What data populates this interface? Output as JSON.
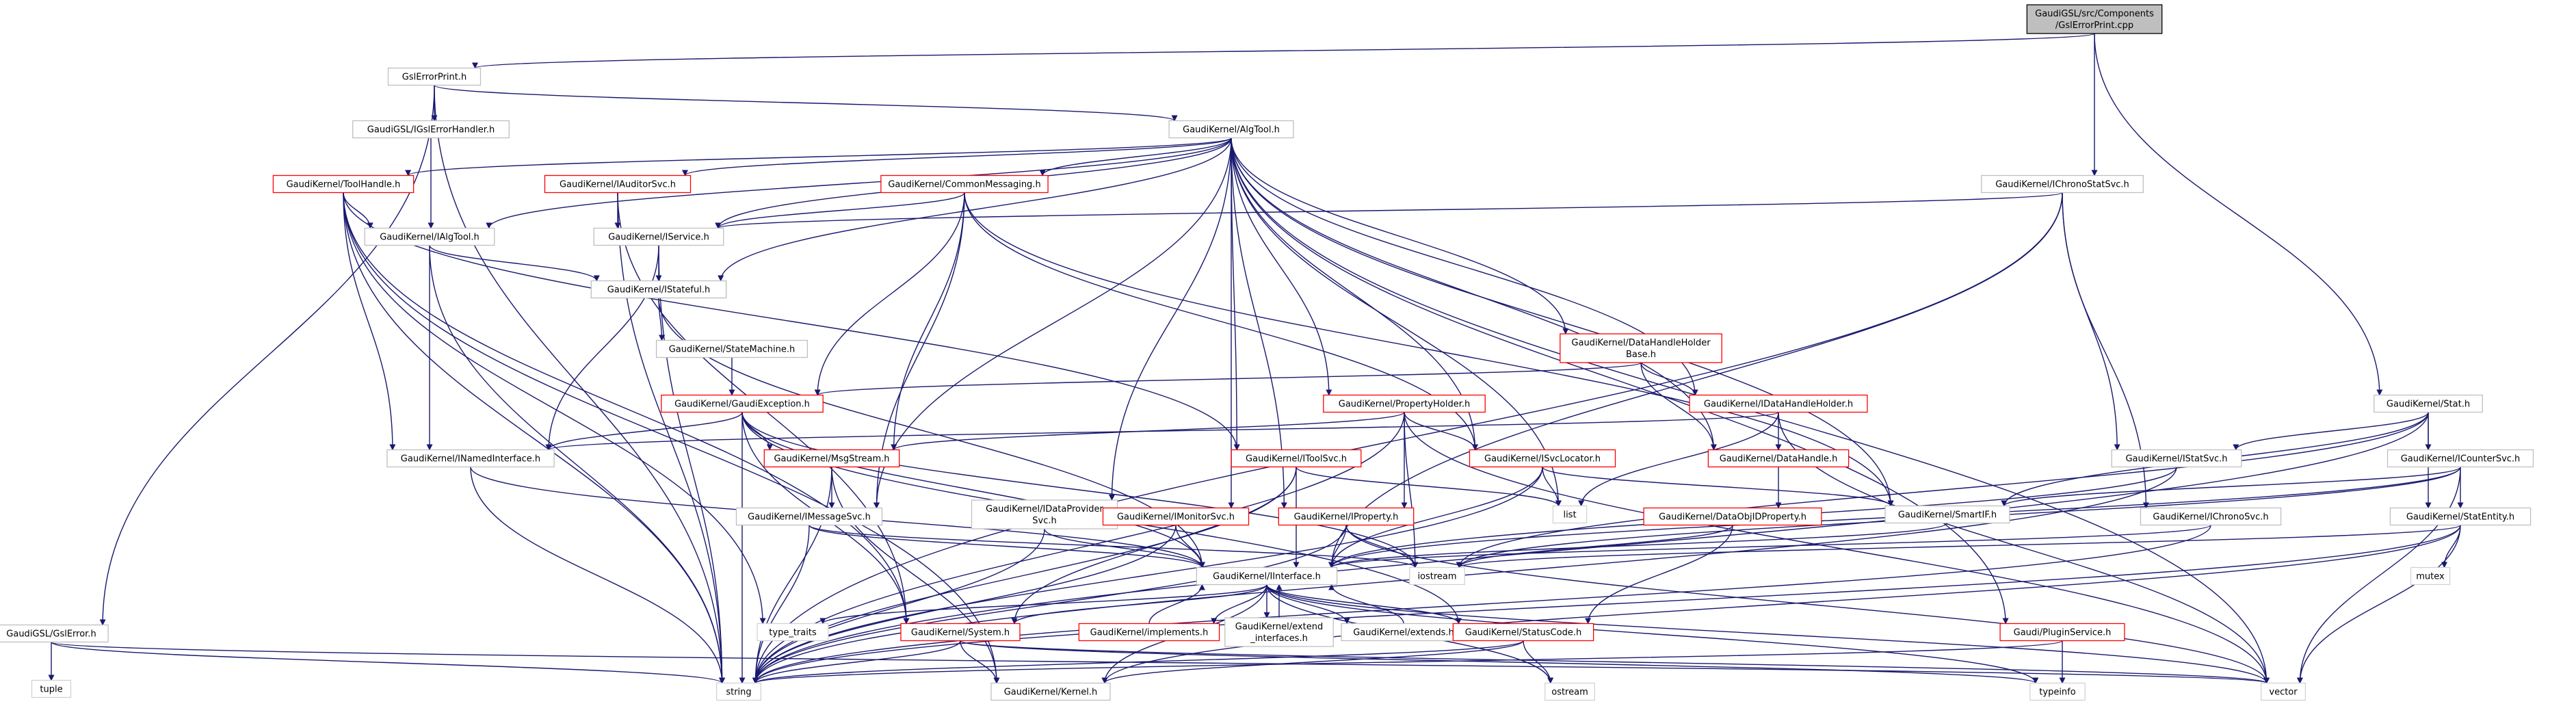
{
  "title": "GaudiGSL/src/Components/GslErrorPrint.cpp",
  "nodes": [
    {
      "id": "root",
      "lines": [
        "GaudiGSL/src/Components",
        "/GslErrorPrint.cpp"
      ],
      "style": "root"
    },
    {
      "id": "gslerrorprint",
      "lines": [
        "GslErrorPrint.h"
      ],
      "style": "black"
    },
    {
      "id": "igslerrorhandler",
      "lines": [
        "GaudiGSL/IGslErrorHandler.h"
      ],
      "style": "black"
    },
    {
      "id": "gslerror",
      "lines": [
        "GaudiGSL/GslError.h"
      ],
      "style": "black"
    },
    {
      "id": "algtool",
      "lines": [
        "GaudiKernel/AlgTool.h"
      ],
      "style": "black"
    },
    {
      "id": "ichronostatsvc",
      "lines": [
        "GaudiKernel/IChronoStatSvc.h"
      ],
      "style": "black"
    },
    {
      "id": "stat",
      "lines": [
        "GaudiKernel/Stat.h"
      ],
      "style": "black"
    },
    {
      "id": "toolhandle",
      "lines": [
        "GaudiKernel/ToolHandle.h"
      ],
      "style": "red"
    },
    {
      "id": "iauditorsvc",
      "lines": [
        "GaudiKernel/IAuditorSvc.h"
      ],
      "style": "red"
    },
    {
      "id": "commonmessaging",
      "lines": [
        "GaudiKernel/CommonMessaging.h"
      ],
      "style": "red"
    },
    {
      "id": "ialgtool",
      "lines": [
        "GaudiKernel/IAlgTool.h"
      ],
      "style": "black"
    },
    {
      "id": "iservice",
      "lines": [
        "GaudiKernel/IService.h"
      ],
      "style": "black"
    },
    {
      "id": "istateful",
      "lines": [
        "GaudiKernel/IStateful.h"
      ],
      "style": "black"
    },
    {
      "id": "statemachine",
      "lines": [
        "GaudiKernel/StateMachine.h"
      ],
      "style": "black"
    },
    {
      "id": "datahandleholderbase",
      "lines": [
        "GaudiKernel/DataHandleHolder",
        "Base.h"
      ],
      "style": "red"
    },
    {
      "id": "gaudiexception",
      "lines": [
        "GaudiKernel/GaudiException.h"
      ],
      "style": "red"
    },
    {
      "id": "propertyholder",
      "lines": [
        "GaudiKernel/PropertyHolder.h"
      ],
      "style": "red"
    },
    {
      "id": "idatahandleholder",
      "lines": [
        "GaudiKernel/IDataHandleHolder.h"
      ],
      "style": "red"
    },
    {
      "id": "inamedinterface",
      "lines": [
        "GaudiKernel/INamedInterface.h"
      ],
      "style": "black"
    },
    {
      "id": "msgstream",
      "lines": [
        "GaudiKernel/MsgStream.h"
      ],
      "style": "red"
    },
    {
      "id": "itoolsvc",
      "lines": [
        "GaudiKernel/IToolSvc.h"
      ],
      "style": "red"
    },
    {
      "id": "isvclocator",
      "lines": [
        "GaudiKernel/ISvcLocator.h"
      ],
      "style": "red"
    },
    {
      "id": "datahandle",
      "lines": [
        "GaudiKernel/DataHandle.h"
      ],
      "style": "red"
    },
    {
      "id": "istatsvc",
      "lines": [
        "GaudiKernel/IStatSvc.h"
      ],
      "style": "black"
    },
    {
      "id": "icountersvc",
      "lines": [
        "GaudiKernel/ICounterSvc.h"
      ],
      "style": "black"
    },
    {
      "id": "list",
      "lines": [
        "list"
      ],
      "style": "plain"
    },
    {
      "id": "smartif",
      "lines": [
        "GaudiKernel/SmartIF.h"
      ],
      "style": "black"
    },
    {
      "id": "imessagesvc",
      "lines": [
        "GaudiKernel/IMessageSvc.h"
      ],
      "style": "black"
    },
    {
      "id": "idataprovidersvc",
      "lines": [
        "GaudiKernel/IDataProvider",
        "Svc.h"
      ],
      "style": "black"
    },
    {
      "id": "imonitorsvc",
      "lines": [
        "GaudiKernel/IMonitorSvc.h"
      ],
      "style": "red"
    },
    {
      "id": "iproperty",
      "lines": [
        "GaudiKernel/IProperty.h"
      ],
      "style": "red"
    },
    {
      "id": "dataobjidproperty",
      "lines": [
        "GaudiKernel/DataObjIDProperty.h"
      ],
      "style": "red"
    },
    {
      "id": "ichronosvc",
      "lines": [
        "GaudiKernel/IChronoSvc.h"
      ],
      "style": "black"
    },
    {
      "id": "statentity",
      "lines": [
        "GaudiKernel/StatEntity.h"
      ],
      "style": "black"
    },
    {
      "id": "iostream",
      "lines": [
        "iostream"
      ],
      "style": "plain"
    },
    {
      "id": "mutex",
      "lines": [
        "mutex"
      ],
      "style": "plain"
    },
    {
      "id": "iinterface",
      "lines": [
        "GaudiKernel/IInterface.h"
      ],
      "style": "black"
    },
    {
      "id": "type_traits",
      "lines": [
        "type_traits"
      ],
      "style": "plain"
    },
    {
      "id": "system",
      "lines": [
        "GaudiKernel/System.h"
      ],
      "style": "red"
    },
    {
      "id": "implements",
      "lines": [
        "GaudiKernel/implements.h"
      ],
      "style": "red"
    },
    {
      "id": "extend_interfaces",
      "lines": [
        "GaudiKernel/extend",
        "_interfaces.h"
      ],
      "style": "black"
    },
    {
      "id": "extends",
      "lines": [
        "GaudiKernel/extends.h"
      ],
      "style": "black"
    },
    {
      "id": "statuscode",
      "lines": [
        "GaudiKernel/StatusCode.h"
      ],
      "style": "red"
    },
    {
      "id": "ipluginservice",
      "lines": [
        "Gaudi/PluginService.h"
      ],
      "style": "red"
    },
    {
      "id": "tuple",
      "lines": [
        "tuple"
      ],
      "style": "plain"
    },
    {
      "id": "string",
      "lines": [
        "string"
      ],
      "style": "plain"
    },
    {
      "id": "kernel",
      "lines": [
        "GaudiKernel/Kernel.h"
      ],
      "style": "black"
    },
    {
      "id": "ostream",
      "lines": [
        "ostream"
      ],
      "style": "plain"
    },
    {
      "id": "typeinfo",
      "lines": [
        "typeinfo"
      ],
      "style": "plain"
    },
    {
      "id": "vector",
      "lines": [
        "vector"
      ],
      "style": "plain"
    }
  ],
  "edges": [
    [
      "root",
      "gslerrorprint"
    ],
    [
      "root",
      "ichronostatsvc"
    ],
    [
      "root",
      "stat"
    ],
    [
      "gslerrorprint",
      "igslerrorhandler"
    ],
    [
      "gslerrorprint",
      "gslerror"
    ],
    [
      "gslerrorprint",
      "algtool"
    ],
    [
      "gslerrorprint",
      "string"
    ],
    [
      "igslerrorhandler",
      "ialgtool"
    ],
    [
      "gslerror",
      "tuple"
    ],
    [
      "gslerror",
      "string"
    ],
    [
      "gslerror",
      "vector"
    ],
    [
      "algtool",
      "toolhandle"
    ],
    [
      "algtool",
      "iauditorsvc"
    ],
    [
      "algtool",
      "commonmessaging"
    ],
    [
      "algtool",
      "ialgtool"
    ],
    [
      "algtool",
      "iservice"
    ],
    [
      "algtool",
      "istateful"
    ],
    [
      "algtool",
      "datahandleholderbase"
    ],
    [
      "algtool",
      "propertyholder"
    ],
    [
      "algtool",
      "idatahandleholder"
    ],
    [
      "algtool",
      "itoolsvc"
    ],
    [
      "algtool",
      "isvclocator"
    ],
    [
      "algtool",
      "datahandle"
    ],
    [
      "algtool",
      "imessagesvc"
    ],
    [
      "algtool",
      "idataprovidersvc"
    ],
    [
      "algtool",
      "imonitorsvc"
    ],
    [
      "algtool",
      "iproperty"
    ],
    [
      "algtool",
      "list"
    ],
    [
      "algtool",
      "vector"
    ],
    [
      "algtool",
      "ipluginservice"
    ],
    [
      "algtool",
      "smartif"
    ],
    [
      "toolhandle",
      "ialgtool"
    ],
    [
      "toolhandle",
      "inamedinterface"
    ],
    [
      "toolhandle",
      "itoolsvc"
    ],
    [
      "toolhandle",
      "string"
    ],
    [
      "toolhandle",
      "type_traits"
    ],
    [
      "toolhandle",
      "system"
    ],
    [
      "toolhandle",
      "kernel"
    ],
    [
      "iauditorsvc",
      "iservice"
    ],
    [
      "iauditorsvc",
      "string"
    ],
    [
      "iauditorsvc",
      "system"
    ],
    [
      "commonmessaging",
      "iservice"
    ],
    [
      "commonmessaging",
      "gaudiexception"
    ],
    [
      "commonmessaging",
      "msgstream"
    ],
    [
      "commonmessaging",
      "imessagesvc"
    ],
    [
      "commonmessaging",
      "isvclocator"
    ],
    [
      "commonmessaging",
      "smartif"
    ],
    [
      "ialgtool",
      "inamedinterface"
    ],
    [
      "ialgtool",
      "istateful"
    ],
    [
      "ialgtool",
      "string"
    ],
    [
      "iservice",
      "inamedinterface"
    ],
    [
      "iservice",
      "istateful"
    ],
    [
      "iservice",
      "string"
    ],
    [
      "istateful",
      "statemachine"
    ],
    [
      "istateful",
      "iinterface"
    ],
    [
      "statemachine",
      "gaudiexception"
    ],
    [
      "datahandleholderbase",
      "gaudiexception"
    ],
    [
      "datahandleholderbase",
      "idatahandleholder"
    ],
    [
      "datahandleholderbase",
      "datahandle"
    ],
    [
      "gaudiexception",
      "msgstream"
    ],
    [
      "gaudiexception",
      "inamedinterface"
    ],
    [
      "gaudiexception",
      "iinterface"
    ],
    [
      "gaudiexception",
      "system"
    ],
    [
      "gaudiexception",
      "statuscode"
    ],
    [
      "gaudiexception",
      "string"
    ],
    [
      "gaudiexception",
      "iostream"
    ],
    [
      "propertyholder",
      "iproperty"
    ],
    [
      "propertyholder",
      "msgstream"
    ],
    [
      "propertyholder",
      "isvclocator"
    ],
    [
      "propertyholder",
      "iostream"
    ],
    [
      "propertyholder",
      "string"
    ],
    [
      "propertyholder",
      "vector"
    ],
    [
      "idatahandleholder",
      "datahandle"
    ],
    [
      "idatahandleholder",
      "list"
    ],
    [
      "idatahandleholder",
      "inamedinterface"
    ],
    [
      "idatahandleholder",
      "vector"
    ],
    [
      "inamedinterface",
      "iinterface"
    ],
    [
      "inamedinterface",
      "string"
    ],
    [
      "msgstream",
      "imessagesvc"
    ],
    [
      "msgstream",
      "string"
    ],
    [
      "msgstream",
      "kernel"
    ],
    [
      "itoolsvc",
      "iinterface"
    ],
    [
      "itoolsvc",
      "list"
    ],
    [
      "itoolsvc",
      "system"
    ],
    [
      "itoolsvc",
      "string"
    ],
    [
      "isvclocator",
      "iinterface"
    ],
    [
      "isvclocator",
      "smartif"
    ],
    [
      "isvclocator",
      "list"
    ],
    [
      "isvclocator",
      "string"
    ],
    [
      "datahandle",
      "dataobjidproperty"
    ],
    [
      "istatsvc",
      "iinterface"
    ],
    [
      "istatsvc",
      "string"
    ],
    [
      "icountersvc",
      "statentity"
    ],
    [
      "icountersvc",
      "iinterface"
    ],
    [
      "icountersvc",
      "smartif"
    ],
    [
      "icountersvc",
      "iostream"
    ],
    [
      "icountersvc",
      "vector"
    ],
    [
      "smartif",
      "iinterface"
    ],
    [
      "imessagesvc",
      "iinterface"
    ],
    [
      "imessagesvc",
      "string"
    ],
    [
      "imessagesvc",
      "iostream"
    ],
    [
      "idataprovidersvc",
      "iinterface"
    ],
    [
      "idataprovidersvc",
      "string"
    ],
    [
      "imonitorsvc",
      "iinterface"
    ],
    [
      "imonitorsvc",
      "string"
    ],
    [
      "iproperty",
      "iinterface"
    ],
    [
      "iproperty",
      "iostream"
    ],
    [
      "iproperty",
      "string"
    ],
    [
      "iproperty",
      "vector"
    ],
    [
      "dataobjidproperty",
      "iostream"
    ],
    [
      "dataobjidproperty",
      "statuscode"
    ],
    [
      "ichronostatsvc",
      "iservice"
    ],
    [
      "ichronostatsvc",
      "ichronosvc"
    ],
    [
      "ichronostatsvc",
      "istatsvc"
    ],
    [
      "ichronostatsvc",
      "iinterface"
    ],
    [
      "ichronostatsvc",
      "string"
    ],
    [
      "ichronosvc",
      "iinterface"
    ],
    [
      "ichronosvc",
      "string"
    ],
    [
      "stat",
      "istatsvc"
    ],
    [
      "stat",
      "icountersvc"
    ],
    [
      "stat",
      "statentity"
    ],
    [
      "stat",
      "smartif"
    ],
    [
      "stat",
      "iostream"
    ],
    [
      "stat",
      "string"
    ],
    [
      "statentity",
      "iostream"
    ],
    [
      "statentity",
      "mutex"
    ],
    [
      "statentity",
      "string"
    ],
    [
      "statentity",
      "kernel"
    ],
    [
      "statentity",
      "vector"
    ],
    [
      "iinterface",
      "type_traits"
    ],
    [
      "iinterface",
      "system"
    ],
    [
      "iinterface",
      "implements"
    ],
    [
      "iinterface",
      "extend_interfaces"
    ],
    [
      "iinterface",
      "extends"
    ],
    [
      "iinterface",
      "statuscode"
    ],
    [
      "iinterface",
      "kernel"
    ],
    [
      "iinterface",
      "ostream"
    ],
    [
      "iinterface",
      "typeinfo"
    ],
    [
      "iinterface",
      "vector"
    ],
    [
      "implements",
      "iinterface"
    ],
    [
      "extend_interfaces",
      "iinterface"
    ],
    [
      "extends",
      "iinterface"
    ],
    [
      "system",
      "string"
    ],
    [
      "system",
      "kernel"
    ],
    [
      "system",
      "typeinfo"
    ],
    [
      "system",
      "vector"
    ],
    [
      "statuscode",
      "ostream"
    ],
    [
      "statuscode",
      "string"
    ],
    [
      "statuscode",
      "kernel"
    ],
    [
      "ipluginservice",
      "typeinfo"
    ],
    [
      "ipluginservice",
      "string"
    ]
  ]
}
